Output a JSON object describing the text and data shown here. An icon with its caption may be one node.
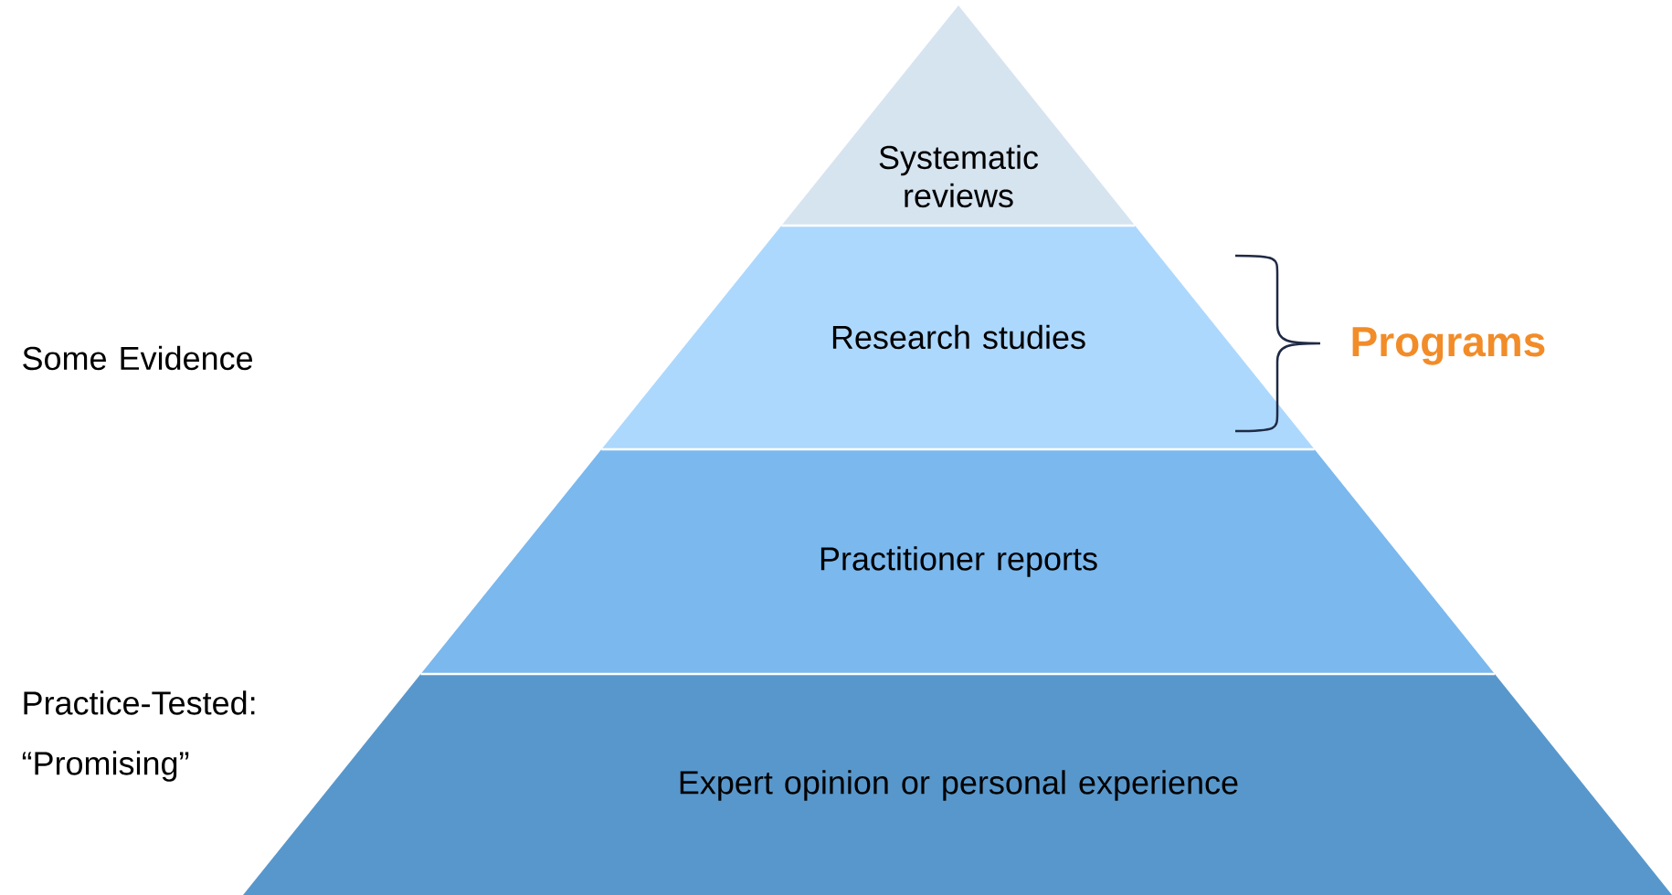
{
  "diagram": {
    "nodes": [
      {
        "text": [
          "Systematic reviews"
        ]
      },
      {
        "text": [
          "Research studies"
        ]
      },
      {
        "text": [
          "Practitioner reports"
        ]
      },
      {
        "text": [
          "Expert opinion or personal experience"
        ]
      }
    ],
    "labels": [
      "Some Evidence",
      "Practice-Tested: “Promising”",
      "Programs"
    ]
  }
}
